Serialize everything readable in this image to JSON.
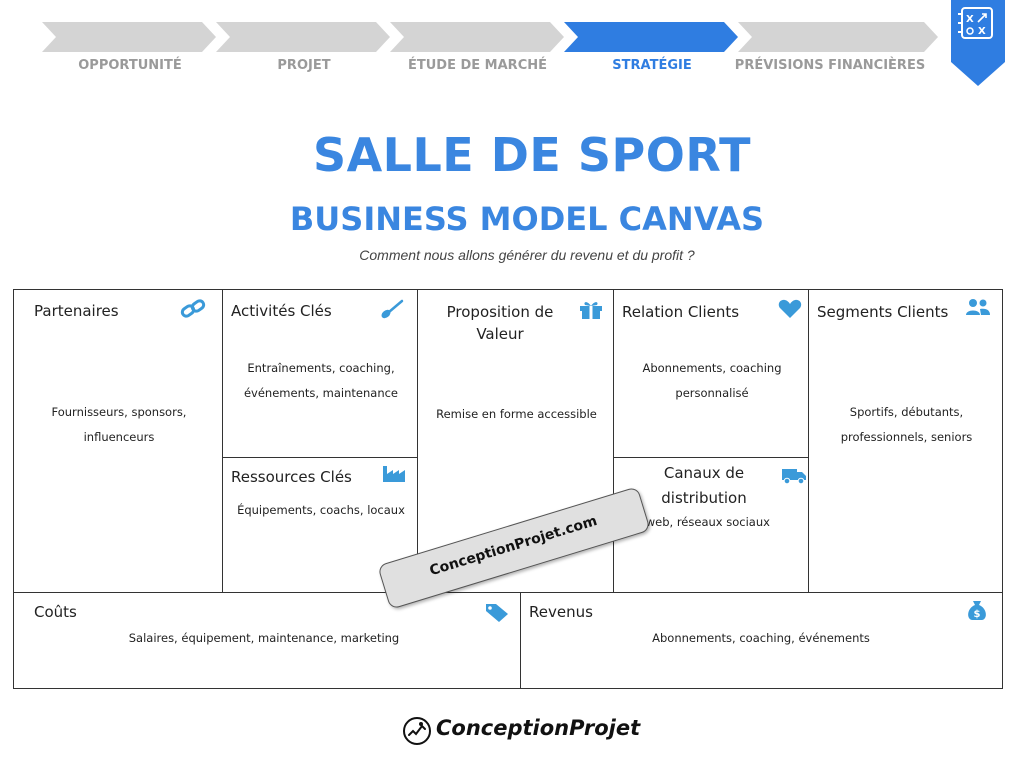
{
  "progress": {
    "steps": [
      {
        "label": "OPPORTUNITÉ",
        "active": false
      },
      {
        "label": "PROJET",
        "active": false
      },
      {
        "label": "ÉTUDE DE MARCHÉ",
        "active": false
      },
      {
        "label": "STRATÉGIE",
        "active": true
      },
      {
        "label": "PRÉVISIONS FINANCIÈRES",
        "active": false
      }
    ],
    "active_color": "#2f7de1",
    "inactive_color": "#d4d4d4"
  },
  "header": {
    "title": "SALLE DE SPORT",
    "subtitle": "BUSINESS MODEL CANVAS",
    "tagline": "Comment nous allons générer du revenu et du profit ?"
  },
  "canvas": {
    "partners": {
      "title": "Partenaires",
      "text": "Fournisseurs, sponsors, influenceurs",
      "icon": "link-icon"
    },
    "activities": {
      "title": "Activités Clés",
      "text": "Entraînements, coaching, événements, maintenance",
      "icon": "shovel-icon"
    },
    "resources": {
      "title": "Ressources Clés",
      "text": "Équipements, coachs, locaux",
      "icon": "factory-icon"
    },
    "value": {
      "title": "Proposition de Valeur",
      "text": "Remise en forme accessible",
      "icon": "gift-icon"
    },
    "relations": {
      "title": "Relation Clients",
      "text": "Abonnements, coaching personnalisé",
      "icon": "heart-icon"
    },
    "channels": {
      "title": "Canaux de distribution",
      "text": "Site web, réseaux sociaux",
      "icon": "truck-icon"
    },
    "segments": {
      "title": "Segments Clients",
      "text": "Sportifs, débutants, professionnels, seniors",
      "icon": "users-icon"
    },
    "costs": {
      "title": "Coûts",
      "text": "Salaires, équipement, maintenance, marketing",
      "icon": "tags-icon"
    },
    "revenue": {
      "title": "Revenus",
      "text": "Abonnements, coaching, événements",
      "icon": "money-bag-icon"
    }
  },
  "watermark": "ConceptionProjet.com",
  "footer": {
    "brand": "ConceptionProjet"
  },
  "icon_color": "#3a9ad9",
  "title_color": "#3a86e0"
}
